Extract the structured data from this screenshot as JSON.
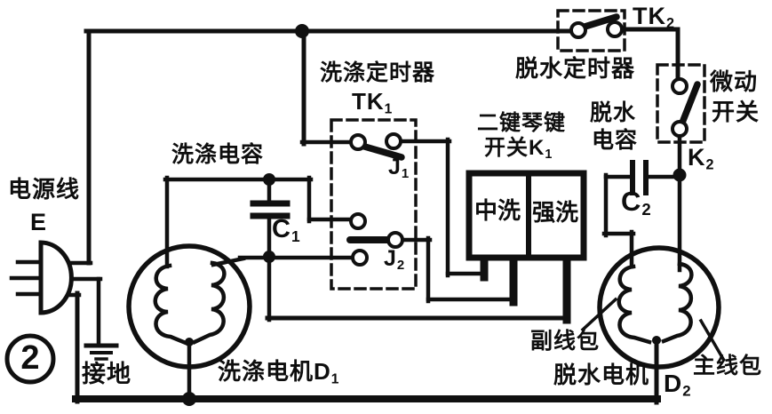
{
  "figure": {
    "number": "2",
    "ink_color": "#101010",
    "paper_color": "#ffffff"
  },
  "labels": {
    "power_cord": "电源线",
    "power_cord_ref": "E",
    "ground": "接地",
    "wash_capacitor": "洗涤电容",
    "wash_capacitor_ref": {
      "base": "C",
      "sub": "1"
    },
    "wash_timer": "洗涤定时器",
    "wash_timer_ref": {
      "base": "TK",
      "sub": "1"
    },
    "contact_j1": {
      "base": "J",
      "sub": "1"
    },
    "contact_j2": {
      "base": "J",
      "sub": "2"
    },
    "key_switch_line1": "二键琴键",
    "key_switch_line2": {
      "base": "开关K",
      "sub": "1"
    },
    "button_medium_wash": "中洗",
    "button_strong_wash": "强洗",
    "spin_timer": "脱水定时器",
    "spin_timer_ref": {
      "base": "TK",
      "sub": "2"
    },
    "micro_switch_line1": "微动",
    "micro_switch_line2": "开关",
    "micro_switch_ref": {
      "base": "K",
      "sub": "2"
    },
    "spin_capacitor_line1": "脱水",
    "spin_capacitor_line2": "电容",
    "spin_capacitor_ref": {
      "base": "C",
      "sub": "2"
    },
    "wash_motor": {
      "base": "洗涤电机D",
      "sub": "1"
    },
    "spin_motor": "脱水电机",
    "spin_motor_ref": {
      "base": "D",
      "sub": "2"
    },
    "aux_winding": "副线包",
    "main_winding": "主线包"
  }
}
